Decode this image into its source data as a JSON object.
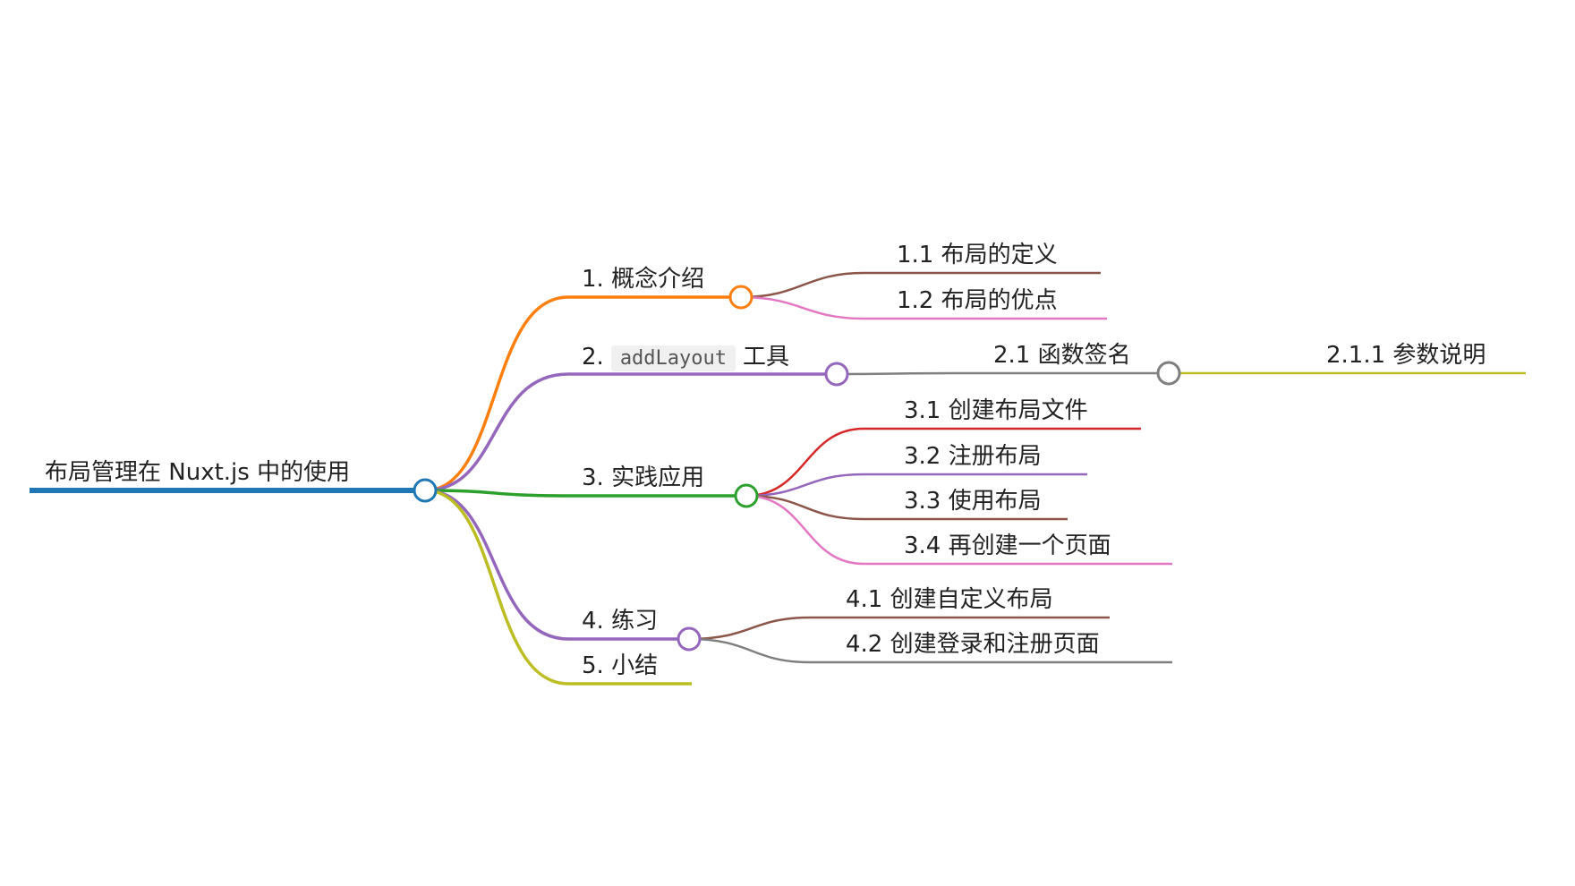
{
  "root": {
    "label": "布局管理在 Nuxt.js 中的使用",
    "color": "#1f77b4"
  },
  "branches": [
    {
      "id": "b1",
      "label": "1. 概念介绍",
      "color": "#ff7f0e",
      "children": [
        {
          "label": "1.1 布局的定义",
          "color": "#8c564b"
        },
        {
          "label": "1.2 布局的优点",
          "color": "#e377c2"
        }
      ]
    },
    {
      "id": "b2",
      "label_prefix": "2.",
      "label_code": "addLayout",
      "label_suffix": "工具",
      "color": "#9467bd",
      "children": [
        {
          "label": "2.1 函数签名",
          "color": "#7f7f7f",
          "children": [
            {
              "label": "2.1.1 参数说明",
              "color": "#bcbd22"
            }
          ]
        }
      ]
    },
    {
      "id": "b3",
      "label": "3. 实践应用",
      "color": "#2ca02c",
      "children": [
        {
          "label": "3.1 创建布局文件",
          "color": "#d62728"
        },
        {
          "label": "3.2 注册布局",
          "color": "#9467bd"
        },
        {
          "label": "3.3 使用布局",
          "color": "#8c564b"
        },
        {
          "label": "3.4 再创建一个页面",
          "color": "#e377c2"
        }
      ]
    },
    {
      "id": "b4",
      "label": "4. 练习",
      "color": "#9467bd",
      "children": [
        {
          "label": "4.1 创建自定义布局",
          "color": "#8c564b"
        },
        {
          "label": "4.2 创建登录和注册页面",
          "color": "#7f7f7f"
        }
      ]
    },
    {
      "id": "b5",
      "label": "5. 小结",
      "color": "#bcbd22",
      "children": []
    }
  ]
}
